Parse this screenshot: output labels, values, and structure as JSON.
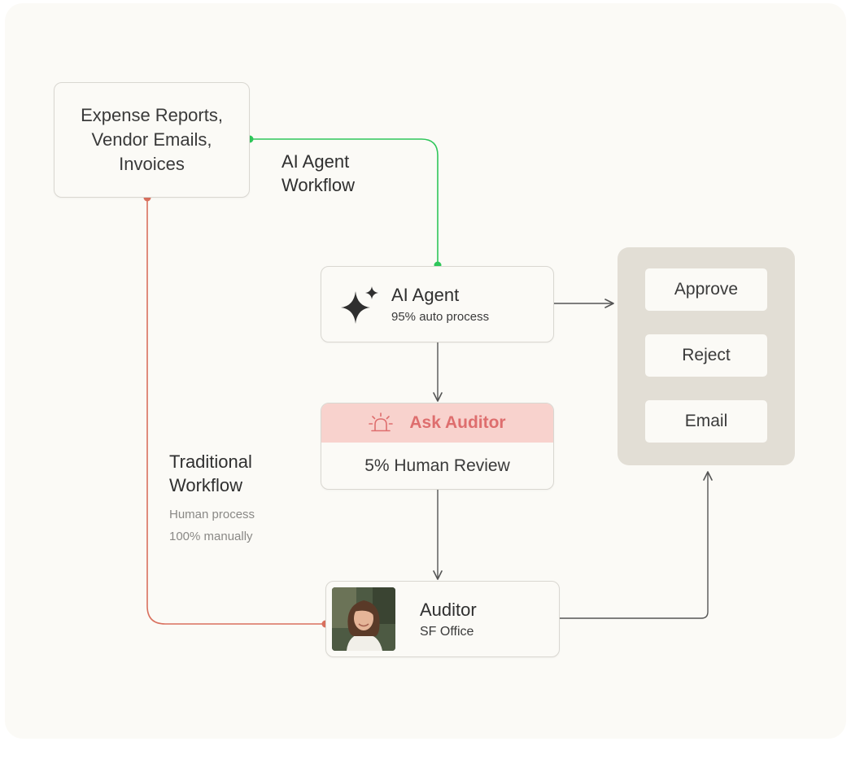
{
  "sources": {
    "lines": [
      "Expense Reports,",
      "Vendor Emails,",
      "Invoices"
    ]
  },
  "ai_workflow_label": {
    "lines": [
      "AI Agent",
      "Workflow"
    ]
  },
  "traditional_workflow_label": {
    "lines": [
      "Traditional",
      "Workflow"
    ],
    "notes": [
      "Human process",
      "100% manually"
    ]
  },
  "ai_agent": {
    "title": "AI Agent",
    "subtitle": "95% auto process",
    "icon": "sparkle-icon"
  },
  "ask_auditor": {
    "label": "Ask Auditor",
    "body": "5% Human Review",
    "icon": "alarm-icon"
  },
  "auditor": {
    "name": "Auditor",
    "office": "SF Office"
  },
  "actions": {
    "approve": "Approve",
    "reject": "Reject",
    "email": "Email"
  },
  "colors": {
    "ai_path": "#2fc65a",
    "traditional_path": "#d9705e",
    "arrow": "#555555",
    "alert_bg": "#f8d2cd",
    "alert_text": "#de6e6e",
    "panel_bg": "#e2ded5"
  }
}
